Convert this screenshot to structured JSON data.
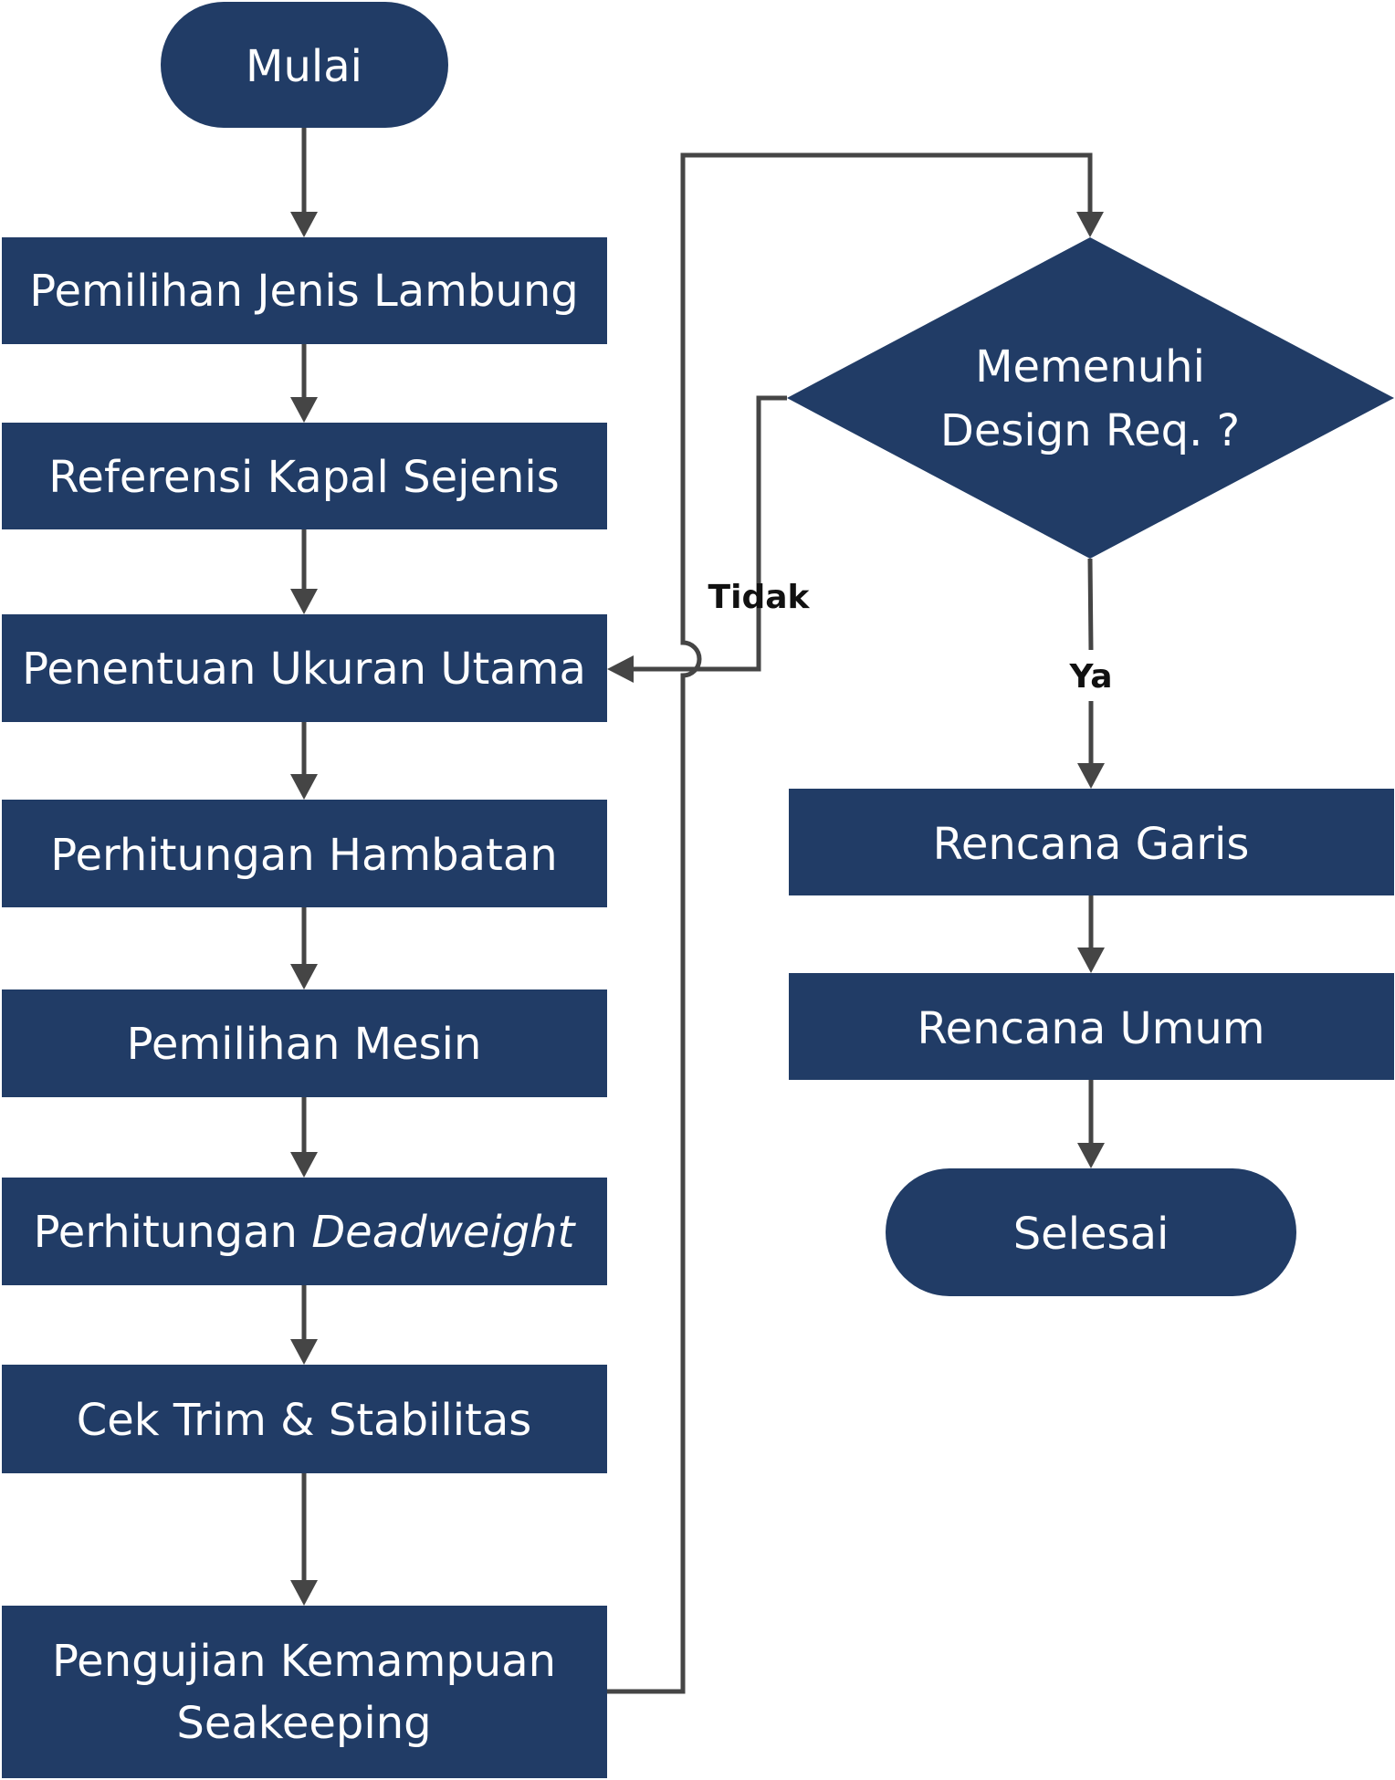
{
  "colors": {
    "node_fill": "#213c66",
    "node_text": "#ffffff",
    "connector": "#454545",
    "label_text": "#111111",
    "background": "#ffffff"
  },
  "nodes": {
    "start": "Mulai",
    "hull_selection": "Pemilihan Jenis Lambung",
    "reference_ships": "Referensi Kapal Sejenis",
    "main_dimensions": "Penentuan Ukuran Utama",
    "resistance_calc": "Perhitungan Hambatan",
    "engine_selection": "Pemilihan Mesin",
    "deadweight_calc": {
      "prefix": "Perhitungan ",
      "emphasis": "Deadweight"
    },
    "trim_stability": "Cek Trim & Stabilitas",
    "seakeeping_test": {
      "line1": "Pengujian Kemampuan",
      "line2": "Seakeeping"
    },
    "decision": {
      "line1": "Memenuhi",
      "line2": "Design Req. ?"
    },
    "lines_plan": "Rencana Garis",
    "general_arrangement": "Rencana Umum",
    "end": "Selesai"
  },
  "edge_labels": {
    "no": "Tidak",
    "yes": "Ya"
  }
}
